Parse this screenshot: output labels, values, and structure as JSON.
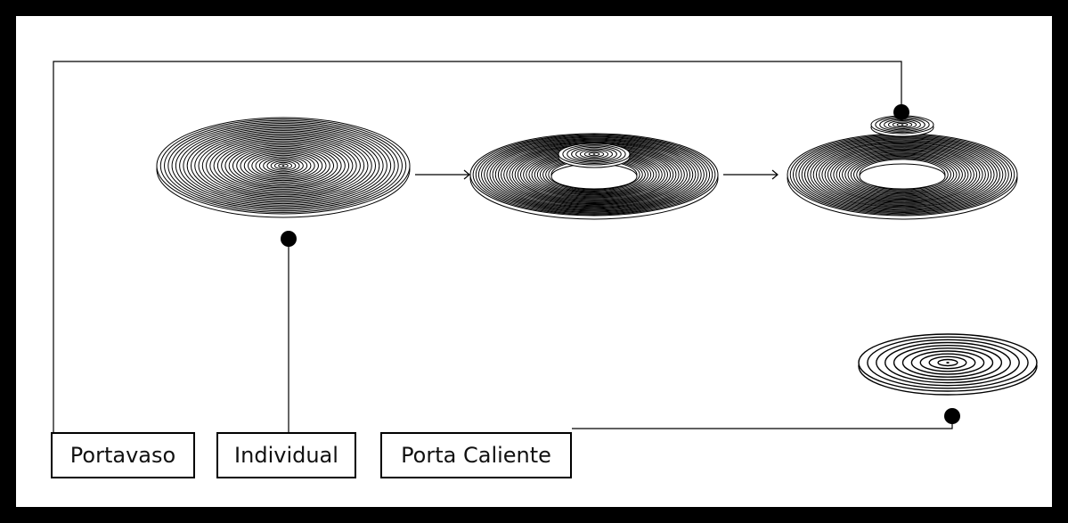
{
  "diagram": {
    "labels": {
      "portavaso": "Portavaso",
      "individual": "Individual",
      "porta_caliente": "Porta Caliente"
    },
    "colors": {
      "background": "#000000",
      "panel": "#ffffff",
      "ink": "#000000"
    },
    "icons": [
      "filled-dot-icon",
      "arrow-right-icon",
      "concentric-ring-disc-icon"
    ]
  }
}
